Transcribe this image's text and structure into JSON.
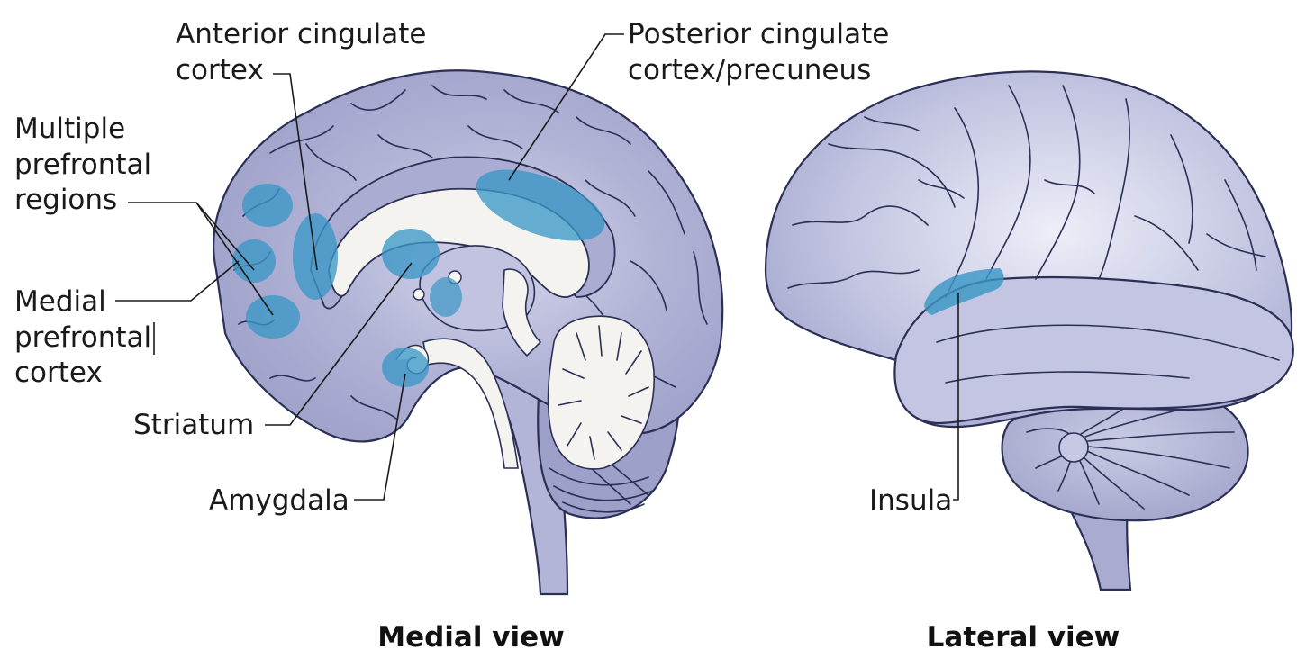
{
  "colors": {
    "brain_fill": "#a4a6cc",
    "brain_light": "#d8d9ec",
    "highlight": "#3b97c6",
    "outline": "#2c2f55",
    "white_matter": "#f5f3ef"
  },
  "medial": {
    "caption": "Medial view",
    "labels": {
      "acc_line1": "Anterior cingulate",
      "acc_line2": "cortex",
      "pcc_line1": "Posterior cingulate",
      "pcc_line2": "cortex/precuneus",
      "mpr_line1": "Multiple",
      "mpr_line2": "prefrontal",
      "mpr_line3": "regions",
      "mpfc_line1": "Medial",
      "mpfc_line2": "prefrontal",
      "mpfc_line3": "cortex",
      "striatum": "Striatum",
      "amygdala": "Amygdala"
    }
  },
  "lateral": {
    "caption": "Lateral view",
    "labels": {
      "insula": "Insula"
    }
  }
}
